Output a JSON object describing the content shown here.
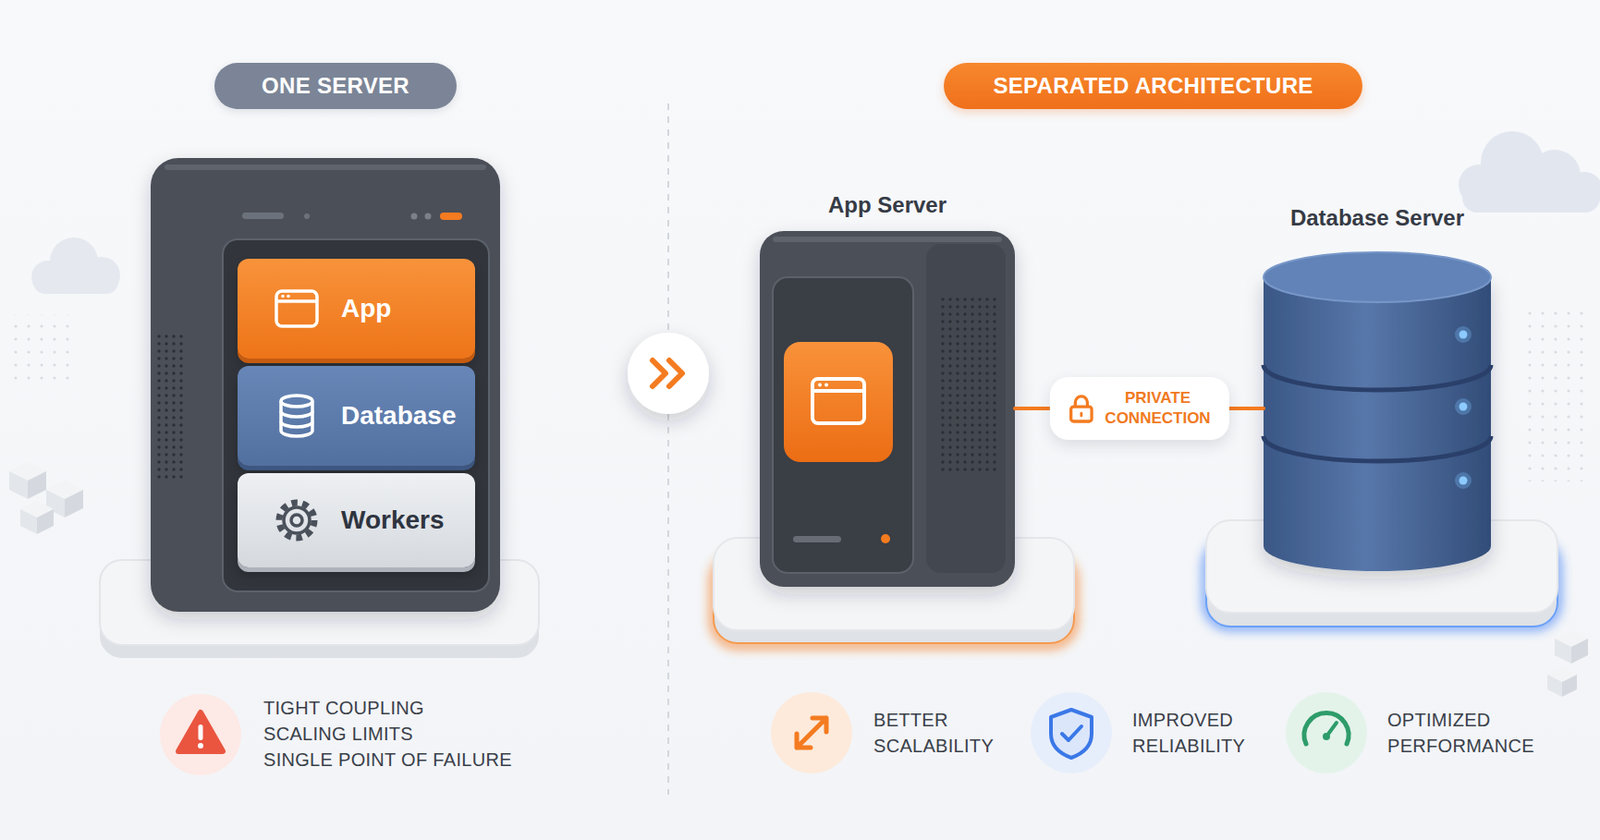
{
  "diagram": {
    "nodes": [
      {
        "text": [
          "ONE SERVER"
        ]
      },
      {
        "text": [
          "App"
        ]
      },
      {
        "text": [
          "Database"
        ]
      },
      {
        "text": [
          "Workers"
        ]
      },
      {
        "text": [
          "SEPARATED ARCHITECTURE"
        ]
      },
      {
        "text": [
          "App Server"
        ]
      },
      {
        "text": [
          "Database Server"
        ]
      }
    ],
    "edges": [
      {
        "from": 5,
        "to": 6,
        "arrow": "none",
        "label": "PRIVATE CONNECTION"
      }
    ],
    "labels": [
      "TIGHT COUPLING",
      "SCALING LIMITS",
      "SINGLE POINT OF FAILURE",
      "BETTER SCALABILITY",
      "IMPROVED RELIABILITY",
      "OPTIMIZED PERFORMANCE"
    ]
  }
}
